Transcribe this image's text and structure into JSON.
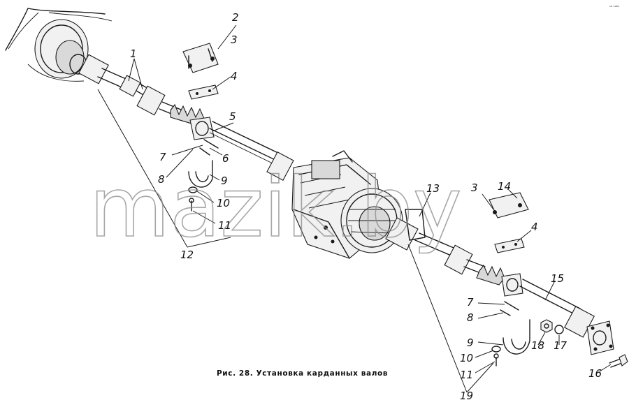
{
  "caption": "Рис. 28. Установка карданных валов",
  "watermark": "mazik.by",
  "corner_mark": "ⁿ⁰ ¹⁰³⁰",
  "callouts": {
    "c1": "1",
    "c2": "2",
    "c3a": "3",
    "c4a": "4",
    "c5": "5",
    "c6": "6",
    "c7a": "7",
    "c8a": "8",
    "c9a": "9",
    "c10a": "10",
    "c11a": "11",
    "c12": "12",
    "c13": "13",
    "c3b": "3",
    "c14": "14",
    "c4b": "4",
    "c15": "15",
    "c7b": "7",
    "c8b": "8",
    "c9b": "9",
    "c10b": "10",
    "c11b": "11",
    "c18": "18",
    "c17": "17",
    "c16": "16",
    "c19": "19"
  }
}
